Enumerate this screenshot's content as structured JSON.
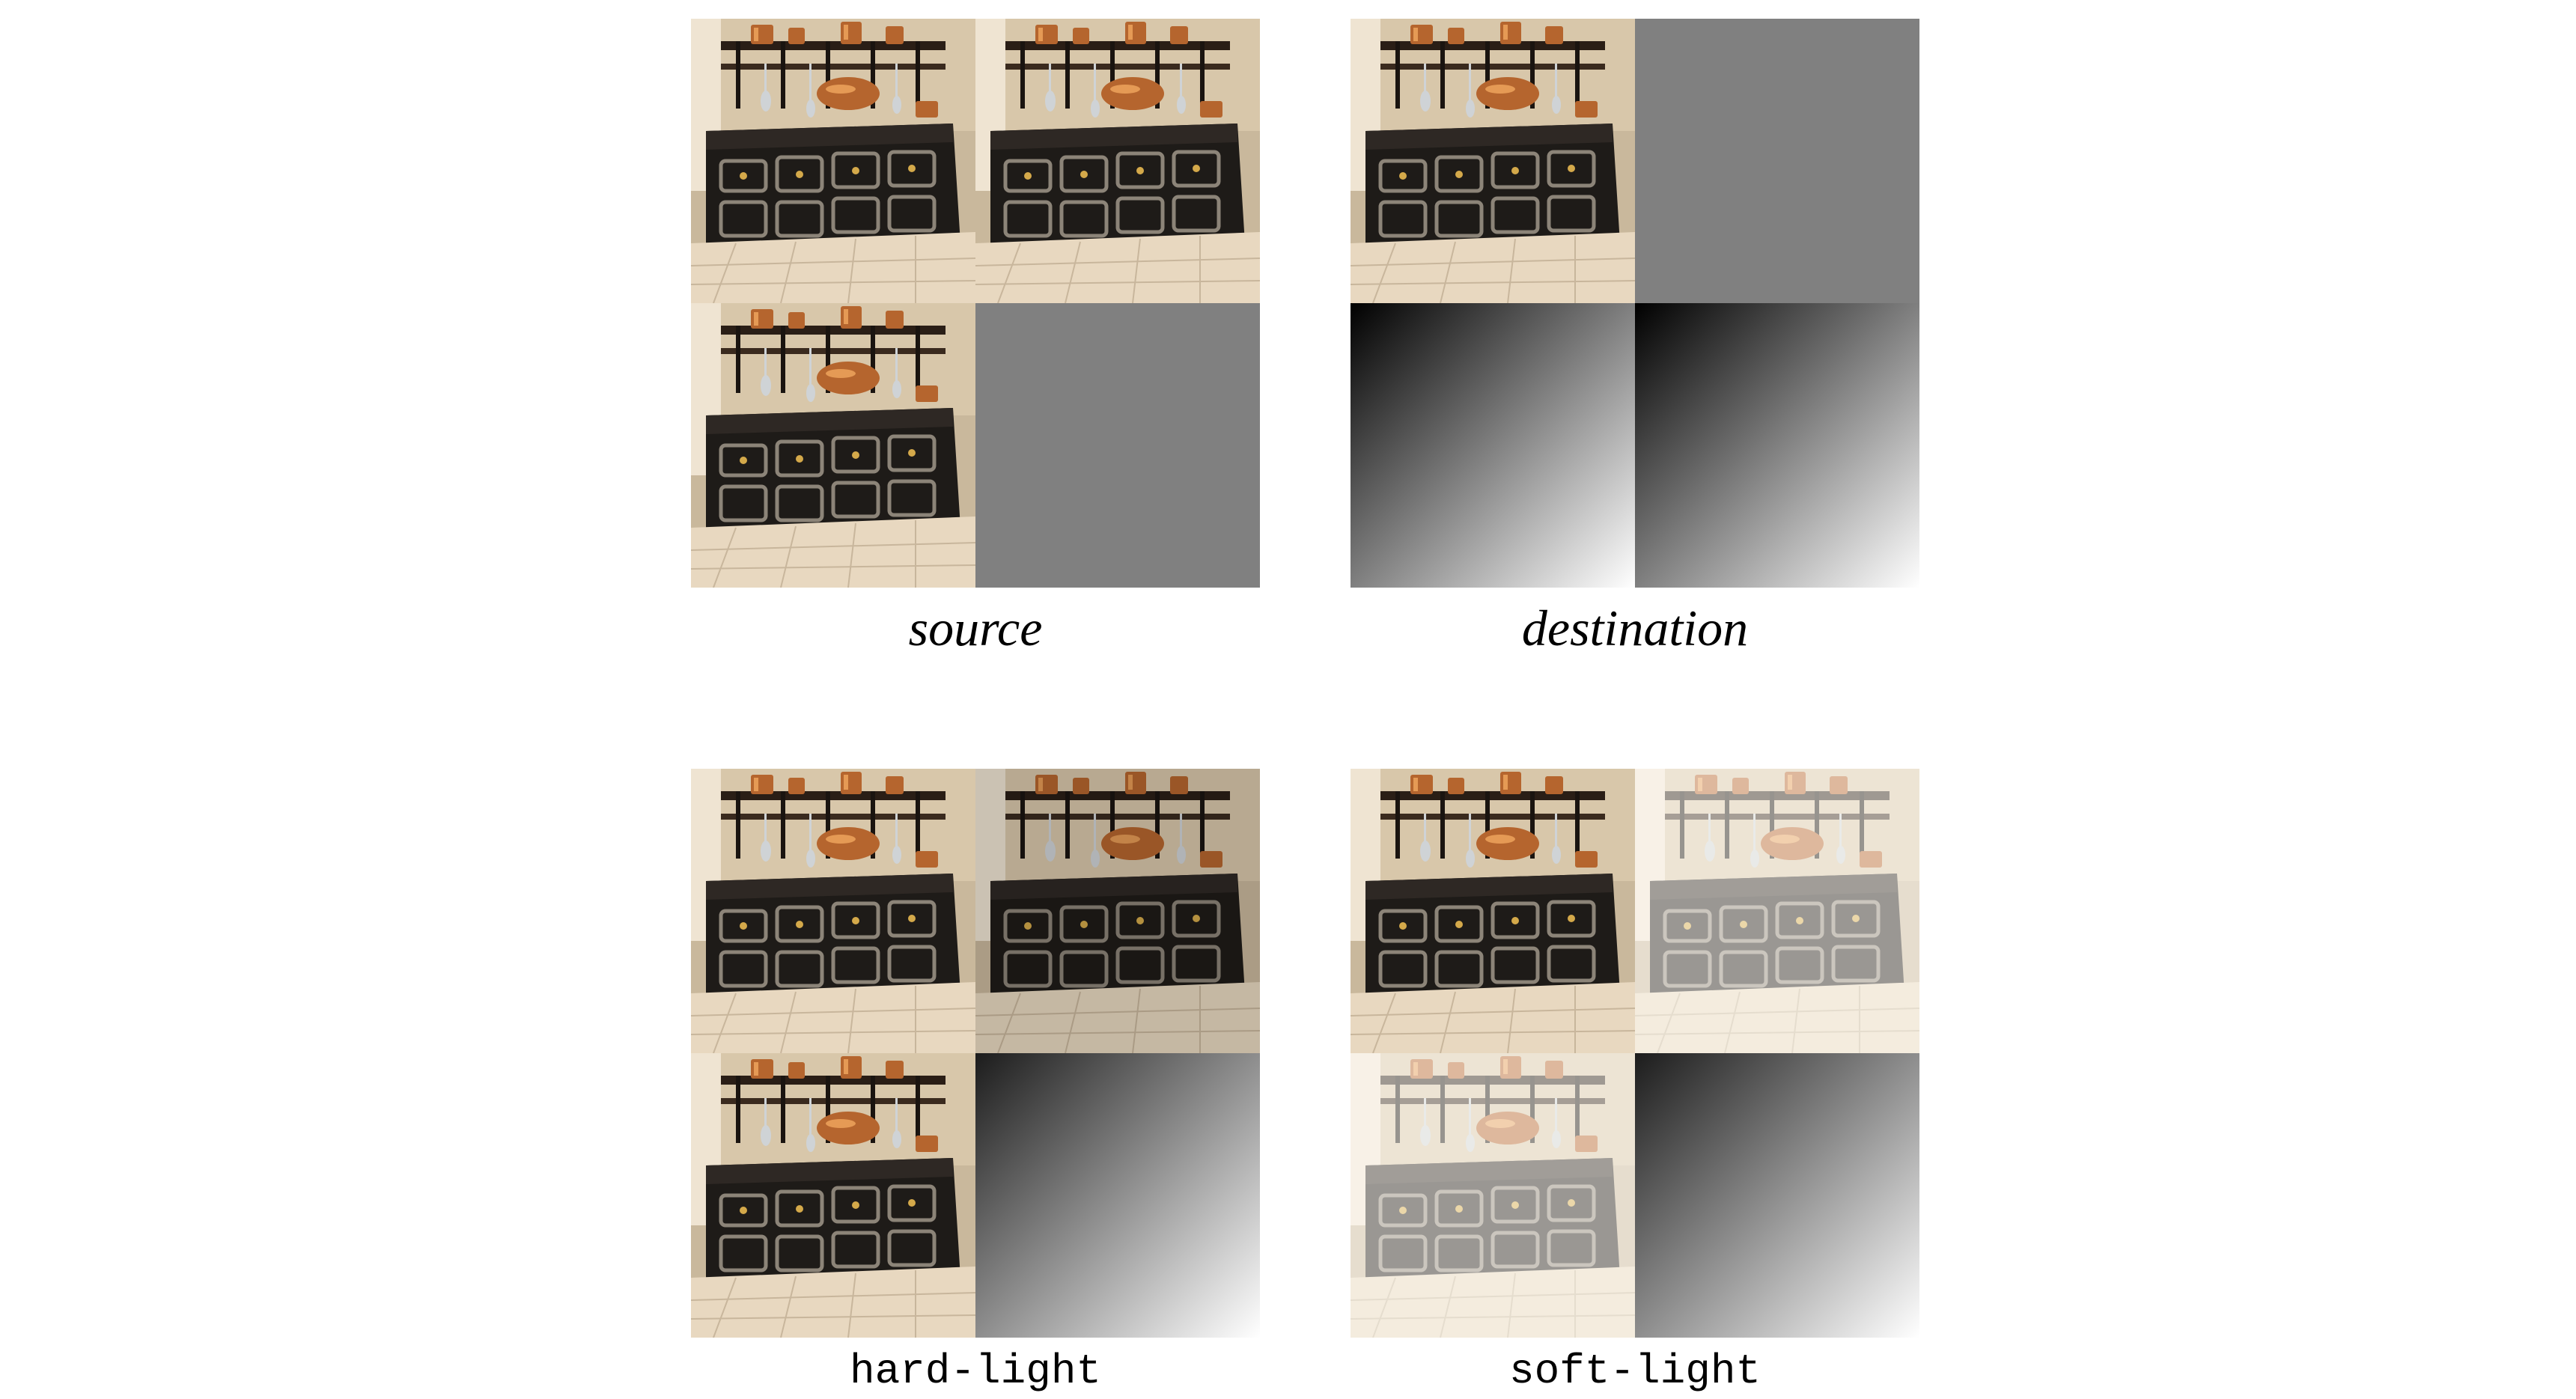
{
  "panels": [
    {
      "id": "source",
      "label": "source",
      "label_style": "italic",
      "quadrants": [
        "kitchen-photo",
        "kitchen-photo",
        "kitchen-photo",
        "gray"
      ]
    },
    {
      "id": "destination",
      "label": "destination",
      "label_style": "italic",
      "quadrants": [
        "kitchen-photo",
        "gray",
        "gradient",
        "gradient"
      ]
    },
    {
      "id": "hard-light",
      "label": "hard-light",
      "label_style": "monospace",
      "quadrants": [
        "kitchen-photo",
        "kitchen-photo-dark",
        "kitchen-photo",
        "gradient"
      ]
    },
    {
      "id": "soft-light",
      "label": "soft-light",
      "label_style": "monospace",
      "quadrants": [
        "kitchen-photo",
        "kitchen-photo-faded",
        "kitchen-photo-faded",
        "gradient"
      ]
    }
  ],
  "colors": {
    "gray": "#808080",
    "gradient_start": "#000000",
    "gradient_end": "#ffffff",
    "copper": "#b5652e",
    "stove": "#1e1b18",
    "floor": "#e8d8c0"
  }
}
